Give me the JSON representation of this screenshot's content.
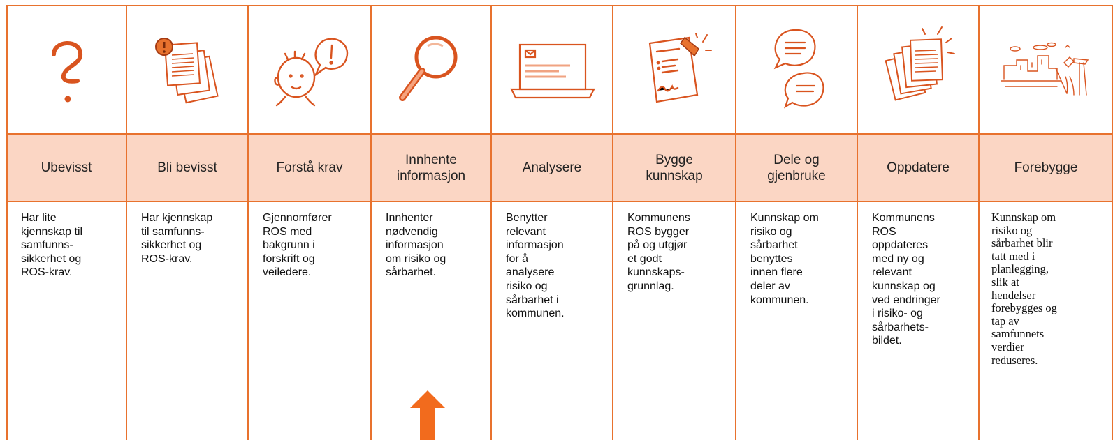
{
  "colors": {
    "accent": "#e8722e",
    "header_fill": "#fbd6c4",
    "icon_stroke": "#d9541f"
  },
  "steps": [
    {
      "icon": "question-mark-icon",
      "title": "Ubevisst",
      "text": "Har lite\nkjennskap til\nsamfunns-\nsikkerhet og\nROS-krav."
    },
    {
      "icon": "documents-alert-icon",
      "title": "Bli bevisst",
      "text": "Har kjennskap\ntil samfunns-\nsikkerhet og\nROS-krav."
    },
    {
      "icon": "person-speech-exclamation-icon",
      "title": "Forstå krav",
      "text": "Gjennomfører\nROS med\nbakgrunn i\nforskrift og\nveiledere."
    },
    {
      "icon": "magnifying-glass-icon",
      "title": "Innhente\ninformasjon",
      "text": "Innhenter\nnødvendig\ninformasjon\nom risiko og\nsårbarhet."
    },
    {
      "icon": "laptop-icon",
      "title": "Analysere",
      "text": "Benytter\nrelevant\ninformasjon\nfor å\nanalysere\nrisiko og\nsårbarhet i\nkommunen."
    },
    {
      "icon": "signed-document-icon",
      "title": "Bygge\nkunnskap",
      "text": "Kommunens\nROS bygger\npå og utgjør\net godt\nkunnskaps-\ngrunnlag."
    },
    {
      "icon": "speech-bubbles-icon",
      "title": "Dele og\ngjenbruke",
      "text": "Kunnskap om\nrisiko og\nsårbarhet\nbenyttes\ninnen flere\ndeler av\nkommunen."
    },
    {
      "icon": "document-stack-icon",
      "title": "Oppdatere",
      "text": "Kommunens\nROS\noppdateres\nmed ny og\nrelevant\nkunnskap og\nved endringer\ni risiko- og\nsårbarhets-\nbildet."
    },
    {
      "icon": "city-tools-sketch-icon",
      "title": "Forebygge",
      "text": "Kunnskap om\nrisiko og\nsårbarhet blir\ntatt med i\nplanlegging,\nslik at\nhendelser\nforebygges og\ntap av\nsamfunnets\nverdier\nreduseres."
    }
  ],
  "marker": {
    "icon": "up-arrow-icon",
    "column": "Innhente informasjon"
  }
}
